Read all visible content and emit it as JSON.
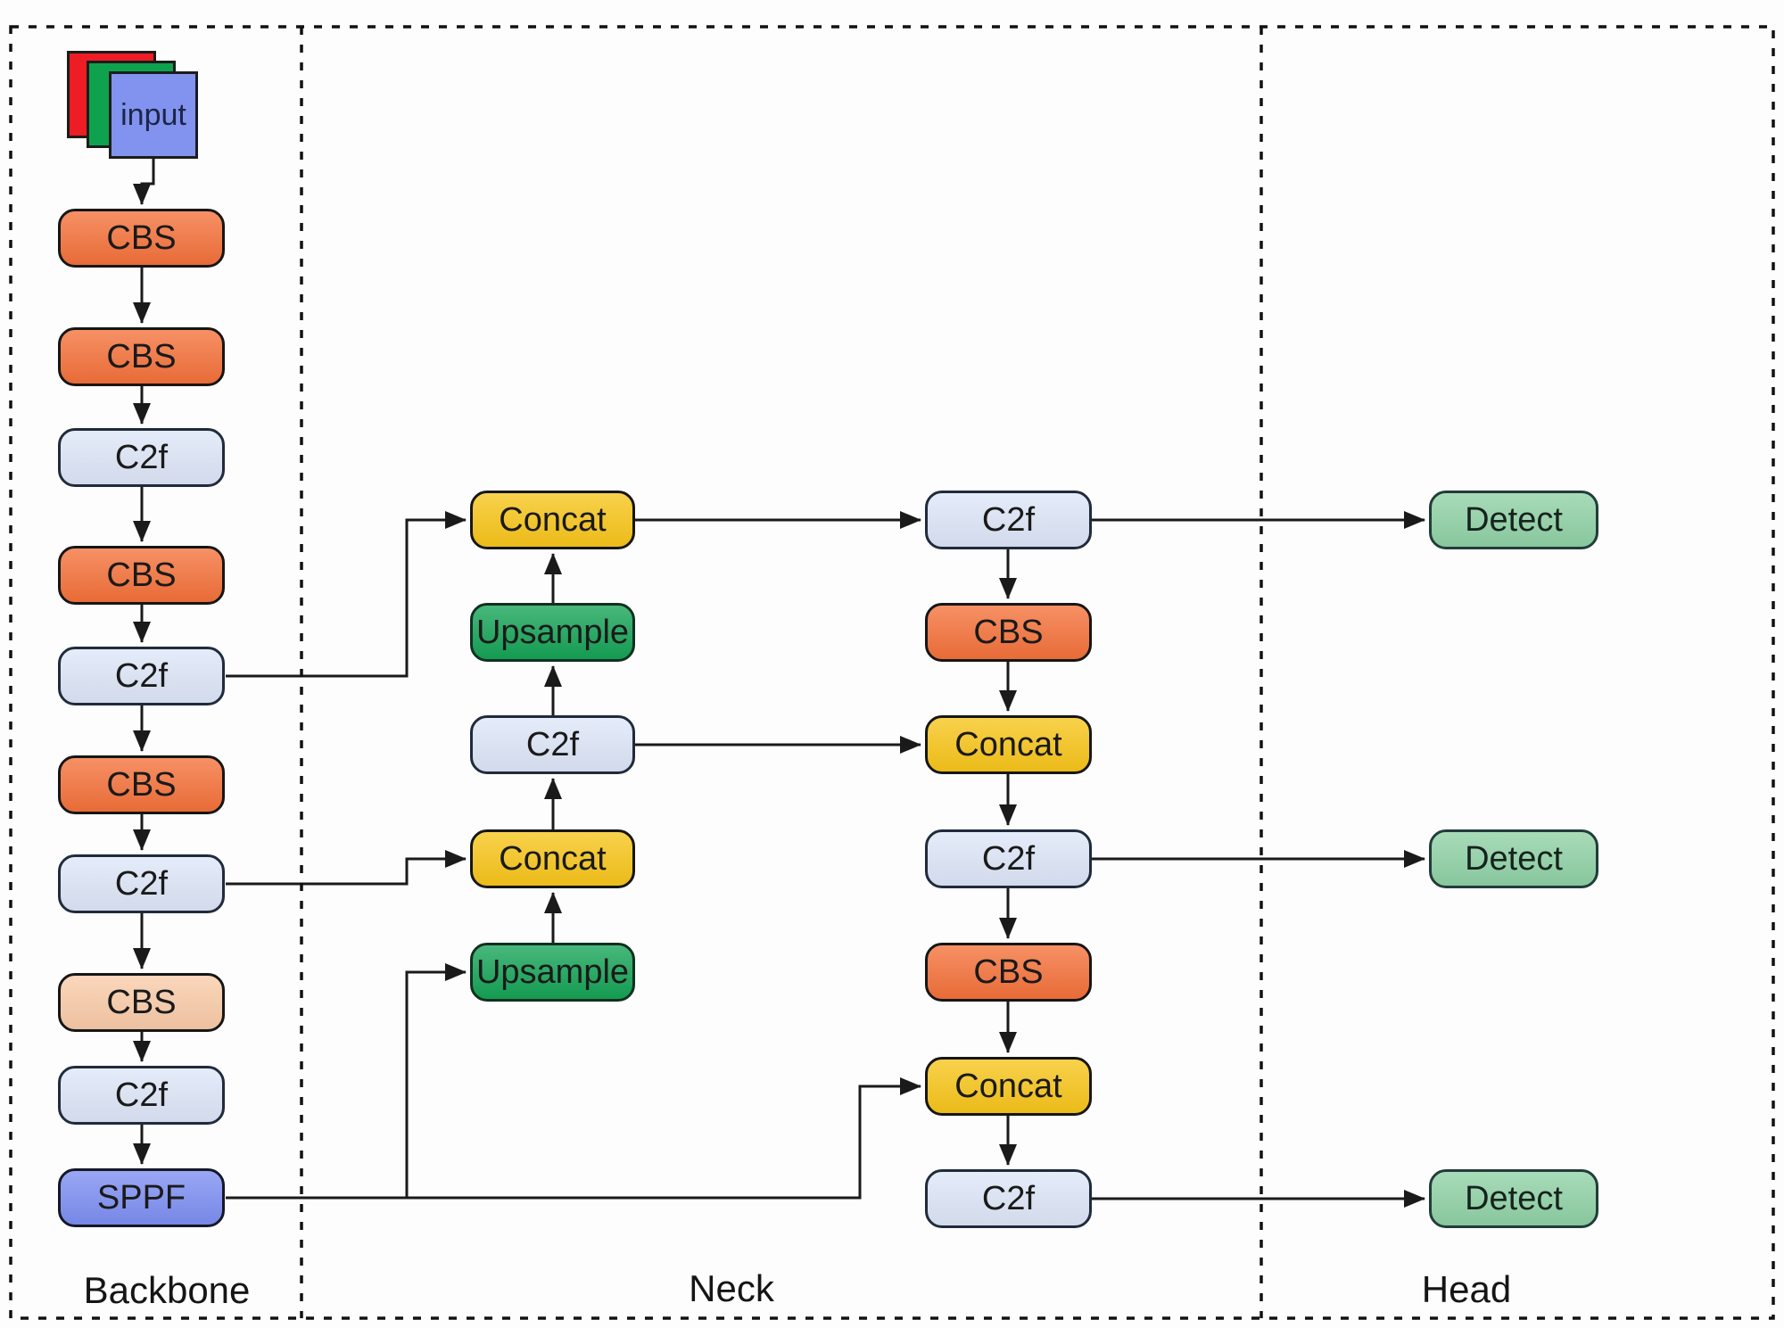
{
  "sections": {
    "backbone": {
      "label": "Backbone"
    },
    "neck": {
      "label": "Neck"
    },
    "head": {
      "label": "Head"
    }
  },
  "input": {
    "label": "input"
  },
  "backbone_blocks": [
    {
      "label": "CBS"
    },
    {
      "label": "CBS"
    },
    {
      "label": "C2f"
    },
    {
      "label": "CBS"
    },
    {
      "label": "C2f"
    },
    {
      "label": "CBS"
    },
    {
      "label": "C2f"
    },
    {
      "label": "CBS"
    },
    {
      "label": "C2f"
    },
    {
      "label": "SPPF"
    }
  ],
  "neck_mid_blocks": [
    {
      "label": "Concat"
    },
    {
      "label": "Upsample"
    },
    {
      "label": "C2f"
    },
    {
      "label": "Concat"
    },
    {
      "label": "Upsample"
    }
  ],
  "neck_right_blocks": [
    {
      "label": "C2f"
    },
    {
      "label": "CBS"
    },
    {
      "label": "Concat"
    },
    {
      "label": "C2f"
    },
    {
      "label": "CBS"
    },
    {
      "label": "Concat"
    },
    {
      "label": "C2f"
    }
  ],
  "head_blocks": [
    {
      "label": "Detect"
    },
    {
      "label": "Detect"
    },
    {
      "label": "Detect"
    }
  ],
  "colors": {
    "cbs": "#f4713a",
    "cbs_light": "#f9cba8",
    "c2f": "#dde6f8",
    "sppf": "#7d8ef2",
    "concat": "#f7c51a",
    "upsample": "#15a356",
    "detect": "#8fd1a5",
    "input_red": "#ee1c25",
    "input_green": "#0fa24e",
    "input_blue": "#8193ee",
    "line": "#1a1a1a"
  }
}
